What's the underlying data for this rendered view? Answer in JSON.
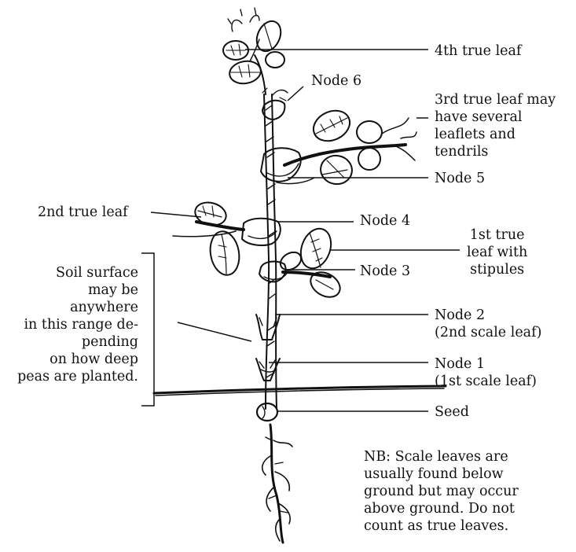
{
  "labels": {
    "true_leaf_4": "4th true leaf",
    "node_6": "Node 6",
    "true_leaf_3": "3rd true leaf may\nhave several\nleaflets and\ntendrils",
    "node_5": "Node 5",
    "true_leaf_2": "2nd true leaf",
    "node_4": "Node 4",
    "true_leaf_1": "1st true\nleaf with\nstipules",
    "node_3": "Node 3",
    "soil_note": "Soil surface\nmay be\nanywhere\nin this range de-\npending\non how deep\npeas are planted.",
    "node_2": "Node 2\n(2nd scale leaf)",
    "node_1": "Node 1\n(1st scale leaf)",
    "seed": "Seed",
    "nb_note": "NB: Scale leaves are\nusually found below\nground but may occur\nabove ground. Do not\ncount as true leaves."
  },
  "colors": {
    "ink": "#111111",
    "paper": "#ffffff"
  }
}
